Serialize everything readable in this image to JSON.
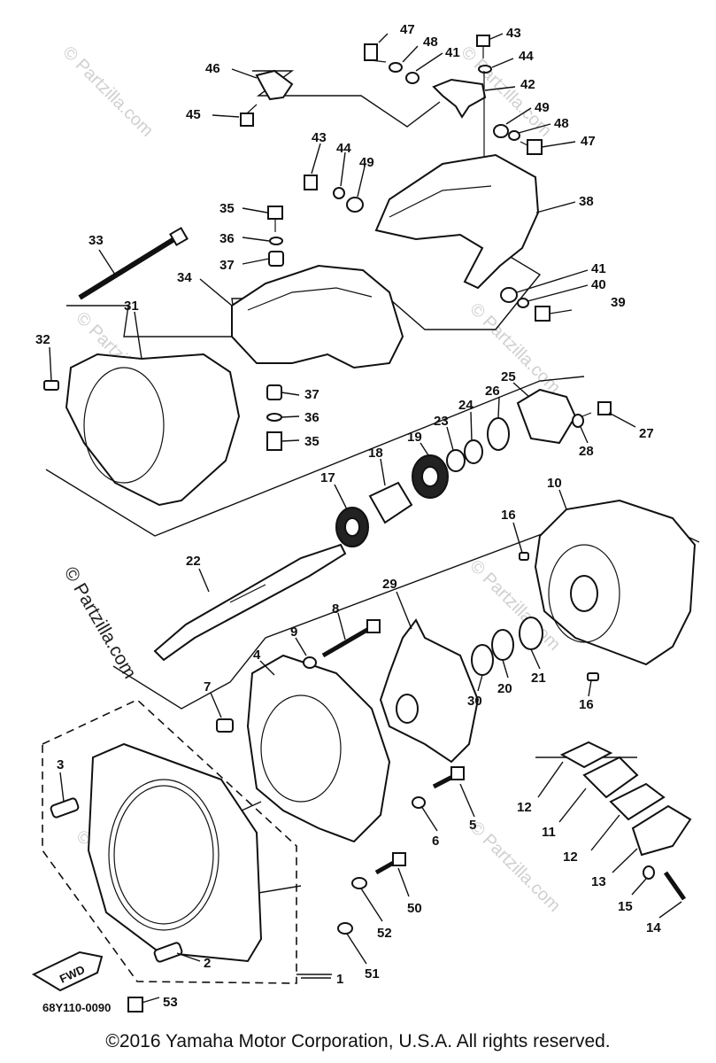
{
  "diagram": {
    "code": "68Y110-0090",
    "copyright": "©2016  Yamaha Motor Corporation, U.S.A. All rights reserved.",
    "watermark": "© Partzilla.com",
    "direction_label": "FWD",
    "callouts": [
      {
        "id": "c47a",
        "label": "47"
      },
      {
        "id": "c48a",
        "label": "48"
      },
      {
        "id": "c41a",
        "label": "41"
      },
      {
        "id": "c43a",
        "label": "43"
      },
      {
        "id": "c44a",
        "label": "44"
      },
      {
        "id": "c42",
        "label": "42"
      },
      {
        "id": "c46",
        "label": "46"
      },
      {
        "id": "c45",
        "label": "45"
      },
      {
        "id": "c49a",
        "label": "49"
      },
      {
        "id": "c48b",
        "label": "48"
      },
      {
        "id": "c47b",
        "label": "47"
      },
      {
        "id": "c43b",
        "label": "43"
      },
      {
        "id": "c44b",
        "label": "44"
      },
      {
        "id": "c49b",
        "label": "49"
      },
      {
        "id": "c38",
        "label": "38"
      },
      {
        "id": "c35a",
        "label": "35"
      },
      {
        "id": "c36a",
        "label": "36"
      },
      {
        "id": "c37a",
        "label": "37"
      },
      {
        "id": "c33",
        "label": "33"
      },
      {
        "id": "c34",
        "label": "34"
      },
      {
        "id": "c41b",
        "label": "41"
      },
      {
        "id": "c40",
        "label": "40"
      },
      {
        "id": "c39",
        "label": "39"
      },
      {
        "id": "c31",
        "label": "31"
      },
      {
        "id": "c32",
        "label": "32"
      },
      {
        "id": "c37b",
        "label": "37"
      },
      {
        "id": "c36b",
        "label": "36"
      },
      {
        "id": "c35b",
        "label": "35"
      },
      {
        "id": "c25",
        "label": "25"
      },
      {
        "id": "c26",
        "label": "26"
      },
      {
        "id": "c24",
        "label": "24"
      },
      {
        "id": "c23",
        "label": "23"
      },
      {
        "id": "c19",
        "label": "19"
      },
      {
        "id": "c18",
        "label": "18"
      },
      {
        "id": "c17",
        "label": "17"
      },
      {
        "id": "c27",
        "label": "27"
      },
      {
        "id": "c28",
        "label": "28"
      },
      {
        "id": "c10",
        "label": "10"
      },
      {
        "id": "c16a",
        "label": "16"
      },
      {
        "id": "c22",
        "label": "22"
      },
      {
        "id": "c29",
        "label": "29"
      },
      {
        "id": "c8",
        "label": "8"
      },
      {
        "id": "c9",
        "label": "9"
      },
      {
        "id": "c4",
        "label": "4"
      },
      {
        "id": "c7",
        "label": "7"
      },
      {
        "id": "c30",
        "label": "30"
      },
      {
        "id": "c20",
        "label": "20"
      },
      {
        "id": "c21",
        "label": "21"
      },
      {
        "id": "c16b",
        "label": "16"
      },
      {
        "id": "c3",
        "label": "3"
      },
      {
        "id": "c12a",
        "label": "12"
      },
      {
        "id": "c11",
        "label": "11"
      },
      {
        "id": "c12b",
        "label": "12"
      },
      {
        "id": "c5",
        "label": "5"
      },
      {
        "id": "c6",
        "label": "6"
      },
      {
        "id": "c13",
        "label": "13"
      },
      {
        "id": "c50",
        "label": "50"
      },
      {
        "id": "c52",
        "label": "52"
      },
      {
        "id": "c15",
        "label": "15"
      },
      {
        "id": "c14",
        "label": "14"
      },
      {
        "id": "c51",
        "label": "51"
      },
      {
        "id": "c2",
        "label": "2"
      },
      {
        "id": "c1",
        "label": "1"
      },
      {
        "id": "c53",
        "label": "53"
      }
    ]
  }
}
